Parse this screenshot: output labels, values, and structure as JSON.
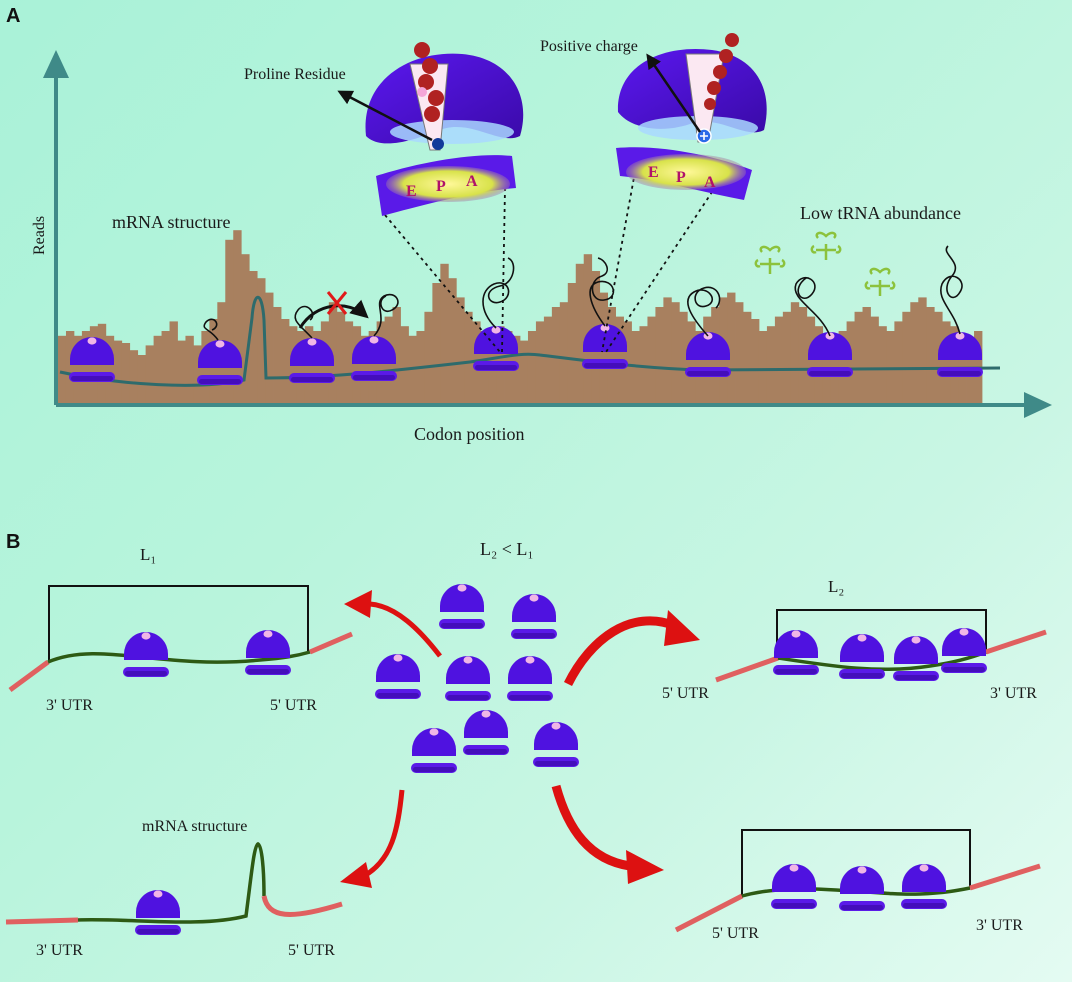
{
  "panels": {
    "a": "A",
    "b": "B"
  },
  "panel_a": {
    "y_axis_label": "Reads",
    "x_axis_label": "Codon position",
    "mrna_structure_label": "mRNA structure",
    "low_trna_label": "Low tRNA abundance",
    "proline_label": "Proline Residue",
    "positive_charge_label": "Positive charge",
    "site_letters": [
      "E",
      "P",
      "A"
    ],
    "reads_histogram": [
      28,
      30,
      28,
      30,
      32,
      33,
      28,
      26,
      25,
      22,
      20,
      24,
      28,
      30,
      34,
      26,
      28,
      24,
      30,
      35,
      42,
      68,
      72,
      62,
      55,
      52,
      46,
      40,
      35,
      32,
      30,
      32,
      30,
      34,
      42,
      38,
      34,
      32,
      28,
      30,
      34,
      36,
      40,
      32,
      28,
      30,
      38,
      50,
      58,
      52,
      44,
      38,
      34,
      30,
      28,
      32,
      30,
      28,
      26,
      30,
      34,
      36,
      40,
      42,
      50,
      58,
      62,
      55,
      46,
      40,
      36,
      34,
      30,
      32,
      36,
      40,
      44,
      42,
      38,
      34,
      30,
      36,
      40,
      44,
      46,
      42,
      38,
      35,
      30,
      32,
      36,
      38,
      42,
      40,
      36,
      32,
      28,
      26,
      30,
      34,
      38,
      40,
      36,
      32,
      30,
      34,
      38,
      42,
      44,
      40,
      38,
      34,
      32,
      28,
      26,
      30
    ]
  },
  "panel_b": {
    "length_compare": "L₂ < L₁",
    "l1_label": "L₁",
    "l2_label": "L₂",
    "top_left_left_utr": "3' UTR",
    "top_left_right_utr": "5' UTR",
    "top_right_left_utr": "5' UTR",
    "top_right_right_utr": "3' UTR",
    "bottom_left_label": "mRNA structure",
    "bottom_left_left_utr": "3' UTR",
    "bottom_left_right_utr": "5' UTR",
    "bottom_right_left_utr": "5' UTR",
    "bottom_right_right_utr": "3' UTR"
  },
  "colors": {
    "ribosome": "#4f12e0",
    "ribosome_dark": "#3a0aa8",
    "ribosome_cap": "#f0b6e6",
    "histogram": "#a8805f",
    "axis": "#3f8a88",
    "trace": "#2e6b6c",
    "mrna": "#2d5a14",
    "utr": "#e06060",
    "arrow_red": "#dd1111",
    "trna": "#8cc23c",
    "peptide": "#b02222"
  }
}
